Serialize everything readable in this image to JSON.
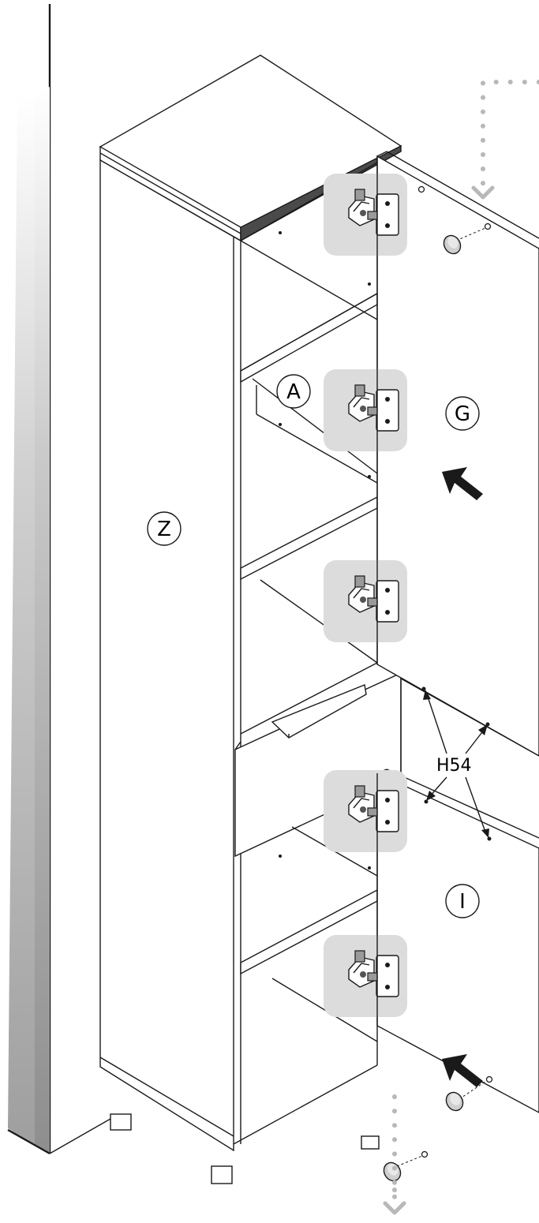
{
  "labels": {
    "side_panel": "Z",
    "shelf": "A",
    "upper_door": "G",
    "lower_door": "I"
  },
  "dimension": {
    "hole_spacing": "H54"
  },
  "icons": {
    "push_arrow": "arrow-icon",
    "hinge": "hinge-icon",
    "bumper": "door-bumper-icon",
    "wall": "wall-icon"
  },
  "colors": {
    "line": "#1a1a1a",
    "hinge_highlight": "#dcdcdc",
    "guide_dots": "#b8b8b8"
  }
}
